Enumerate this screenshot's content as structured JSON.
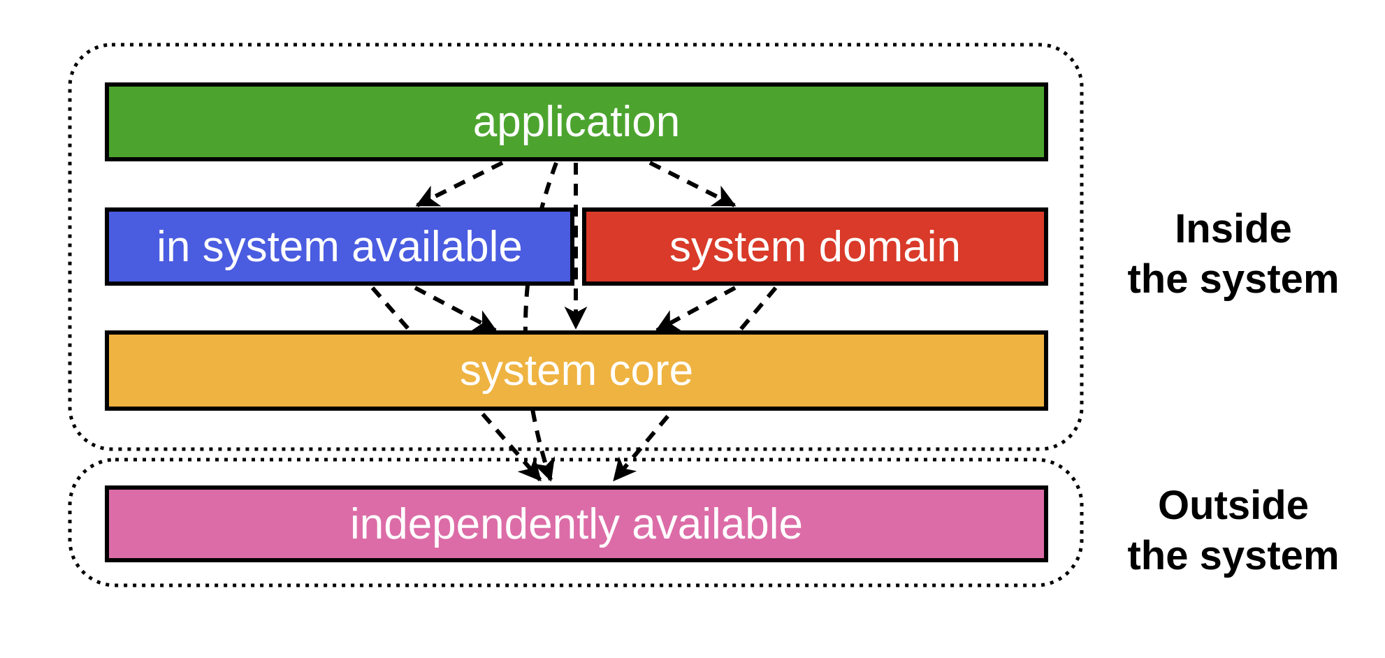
{
  "diagram": {
    "bars": {
      "application": {
        "label": "application",
        "color": "#4CA42E",
        "text_color": "#ffffff"
      },
      "in_system_available": {
        "label": "in system available",
        "color": "#4A5CE0",
        "text_color": "#ffffff"
      },
      "system_domain": {
        "label": "system domain",
        "color": "#D93A29",
        "text_color": "#ffffff"
      },
      "system_core": {
        "label": "system core",
        "color": "#EFB341",
        "text_color": "#ffffff"
      },
      "independently_available": {
        "label": "independently available",
        "color": "#DC6CA7",
        "text_color": "#ffffff"
      }
    },
    "regions": {
      "inside": {
        "label": "Inside\nthe system"
      },
      "outside": {
        "label": "Outside\nthe system"
      }
    },
    "arrows": [
      {
        "from": "application",
        "to": "in system available"
      },
      {
        "from": "application",
        "to": "system domain"
      },
      {
        "from": "application",
        "to": "system core"
      },
      {
        "from": "application",
        "to": "independently available"
      },
      {
        "from": "in system available",
        "to": "system core"
      },
      {
        "from": "in system available",
        "to": "independently available"
      },
      {
        "from": "system domain",
        "to": "system core"
      },
      {
        "from": "system domain",
        "to": "independently available"
      }
    ],
    "styles": {
      "arrow_color": "#000000",
      "border_color": "#000000",
      "boundary_style": "dotted",
      "arrow_style": "dashed"
    }
  }
}
